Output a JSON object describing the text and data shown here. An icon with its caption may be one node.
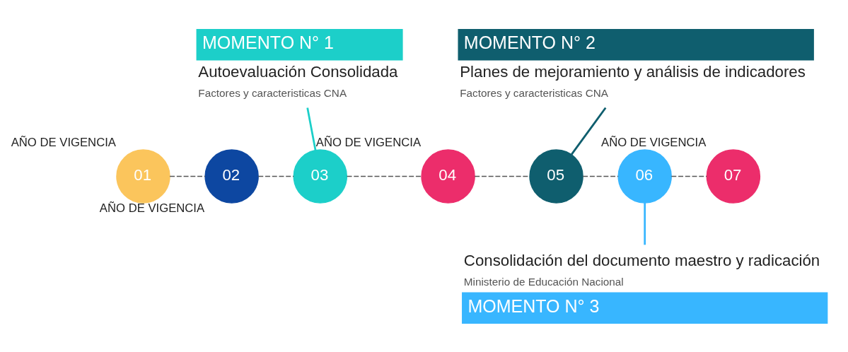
{
  "diagram": {
    "nodes": [
      {
        "text": [
          "01"
        ],
        "beside": [
          "AÑO DE VIGENCIA"
        ]
      },
      {
        "text": [
          "02"
        ],
        "beside": [
          "AÑO DE VIGENCIA"
        ]
      },
      {
        "text": [
          "03"
        ]
      },
      {
        "text": [
          "04"
        ],
        "beside": [
          "AÑO DE VIGENCIA"
        ]
      },
      {
        "text": [
          "05"
        ]
      },
      {
        "text": [
          "06"
        ]
      },
      {
        "text": [
          "07"
        ],
        "beside": [
          "AÑO DE VIGENCIA"
        ]
      },
      {
        "text": [
          "MOMENTO N° 1"
        ],
        "beside": [
          "Autoevaluación Consolidada",
          "Factores y caracteristicas CNA"
        ]
      },
      {
        "text": [
          "MOMENTO N° 2"
        ],
        "beside": [
          "Planes de mejoramiento y análisis de indicadores",
          "Factores y caracteristicas CNA"
        ]
      },
      {
        "text": [
          "MOMENTO N° 3"
        ],
        "beside": [
          "Consolidación del documento maestro y radicación",
          "Ministerio de Educación Nacional"
        ]
      }
    ],
    "edges": [
      {
        "from": 0,
        "to": 1,
        "arrow": "none",
        "style": "dashed"
      },
      {
        "from": 1,
        "to": 2,
        "arrow": "none",
        "style": "dashed"
      },
      {
        "from": 2,
        "to": 3,
        "arrow": "none",
        "style": "dashed"
      },
      {
        "from": 3,
        "to": 4,
        "arrow": "none",
        "style": "dashed"
      },
      {
        "from": 4,
        "to": 5,
        "arrow": "none",
        "style": "dashed"
      },
      {
        "from": 5,
        "to": 6,
        "arrow": "none",
        "style": "dashed"
      },
      {
        "from": 2,
        "to": 7,
        "arrow": "none",
        "color": "#1ccfc9"
      },
      {
        "from": 4,
        "to": 8,
        "arrow": "none",
        "color": "#0f5e6e"
      },
      {
        "from": 5,
        "to": 9,
        "arrow": "none",
        "color": "#38b6ff"
      }
    ]
  }
}
